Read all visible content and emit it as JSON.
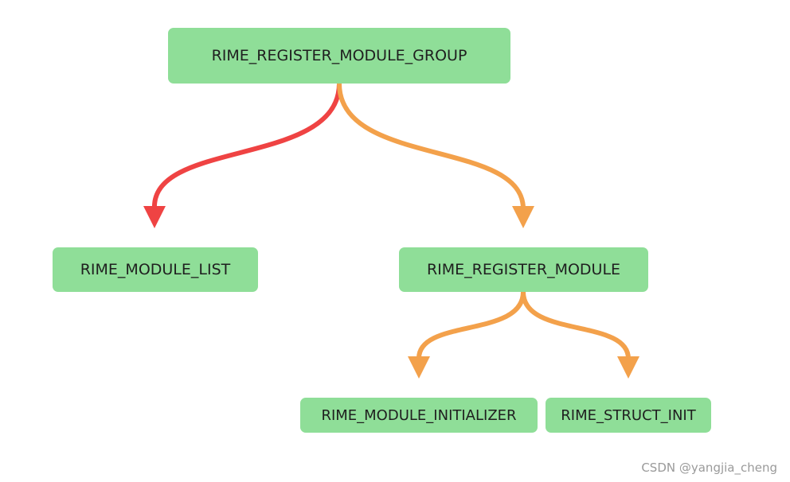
{
  "colors": {
    "node_fill": "#8fde98",
    "edge_red": "#ef4343",
    "edge_orange": "#f3a14b",
    "text": "#1f1f1f"
  },
  "nodes": {
    "root": "RIME_REGISTER_MODULE_GROUP",
    "module_list": "RIME_MODULE_LIST",
    "register_module": "RIME_REGISTER_MODULE",
    "module_initializer": "RIME_MODULE_INITIALIZER",
    "struct_init": "RIME_STRUCT_INIT"
  },
  "edges": [
    {
      "from": "root",
      "to": "module_list",
      "color": "edge_red"
    },
    {
      "from": "root",
      "to": "register_module",
      "color": "edge_orange"
    },
    {
      "from": "register_module",
      "to": "module_initializer",
      "color": "edge_orange"
    },
    {
      "from": "register_module",
      "to": "struct_init",
      "color": "edge_orange"
    }
  ],
  "watermark": "CSDN @yangjia_cheng"
}
